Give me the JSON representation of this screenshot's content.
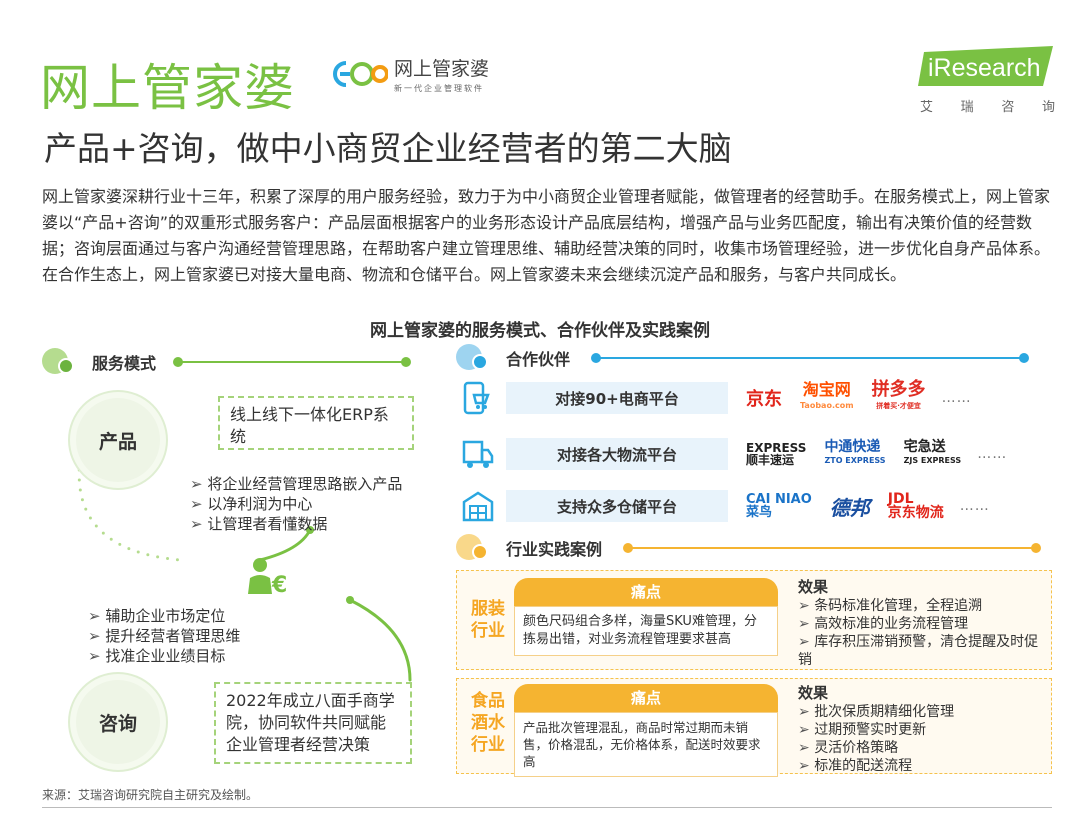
{
  "brand": {
    "title": "网上管家婆",
    "logo_name": "网上管家婆",
    "logo_sub": "新一代企业管理软件",
    "logo_icon": "eqo-logo-icon"
  },
  "ir": {
    "en": "iResearch",
    "cn": [
      "艾",
      "瑞",
      "咨",
      "询"
    ]
  },
  "headline": "产品+咨询，做中小商贸企业经营者的第二大脑",
  "intro": "网上管家婆深耕行业十三年，积累了深厚的用户服务经验，致力于为中小商贸企业管理者赋能，做管理者的经营助手。在服务模式上，网上管家婆以“产品+咨询”的双重形式服务客户：产品层面根据客户的业务形态设计产品底层结构，增强产品与业务匹配度，输出有决策价值的经营数据；咨询层面通过与客户沟通经营管理思路，在帮助客户建立管理思维、辅助经营决策的同时，收集市场管理经验，进一步优化自身产品体系。在合作生态上，网上管家婆已对接大量电商、物流和仓储平台。网上管家婆未来会继续沉淀产品和服务，与客户共同成长。",
  "center_title": "网上管家婆的服务模式、合作伙伴及实践案例",
  "service": {
    "heading": "服务模式",
    "product_label": "产品",
    "product_box": "线上线下一体化ERP系统",
    "product_bullets": [
      "将企业经营管理思路嵌入产品",
      "以净利润为中心",
      "让管理者看懂数据"
    ],
    "consult_bullets": [
      "辅助企业市场定位",
      "提升经营者管理思维",
      "找准企业业绩目标"
    ],
    "consult_label": "咨询",
    "consult_box": "2022年成立八面手商学院，协同软件共同赋能企业管理者经营决策",
    "center_icon": "manager-euro-icon"
  },
  "partners": {
    "heading": "合作伙伴",
    "rows": [
      {
        "icon": "mobile-cart-icon",
        "label": "对接90+电商平台",
        "logos": [
          "京东",
          "淘宝网",
          "拼多多"
        ],
        "logo_subs": [
          "",
          "Taobao.com",
          "拼着买·才便宜"
        ]
      },
      {
        "icon": "delivery-truck-icon",
        "label": "对接各大物流平台",
        "logos": [
          "顺丰速运",
          "中通快递",
          "宅急送"
        ],
        "logo_subs": [
          "EXPRESS",
          "ZTO EXPRESS",
          "ZJS EXPRESS"
        ]
      },
      {
        "icon": "warehouse-icon",
        "label": "支持众多仓储平台",
        "logos": [
          "菜鸟",
          "德邦",
          "京东物流"
        ],
        "logo_subs": [
          "CAI NIAO",
          "",
          "JDL"
        ]
      }
    ],
    "more": "……"
  },
  "cases": {
    "heading": "行业实践案例",
    "items": [
      {
        "label": "服装行业",
        "pain_title": "痛点",
        "pain": "颜色尺码组合多样，海量SKU难管理，分拣易出错，对业务流程管理要求甚高",
        "effect_title": "效果",
        "effects": [
          "条码标准化管理，全程追溯",
          "高效标准的业务流程管理",
          "库存积压滞销预警，清仓提醒及时促销"
        ]
      },
      {
        "label": "食品酒水行业",
        "pain_title": "痛点",
        "pain": "产品批次管理混乱，商品时常过期而未销售，价格混乱，无价格体系，配送时效要求高",
        "effect_title": "效果",
        "effects": [
          "批次保质期精细化管理",
          "过期预警实时更新",
          "灵活价格策略",
          "标准的配送流程"
        ]
      }
    ]
  },
  "source": "来源：艾瑞咨询研究院自主研究及绘制。",
  "colors": {
    "green": "#7ac143",
    "blue": "#2aa7e0",
    "orange": "#f5b431"
  }
}
